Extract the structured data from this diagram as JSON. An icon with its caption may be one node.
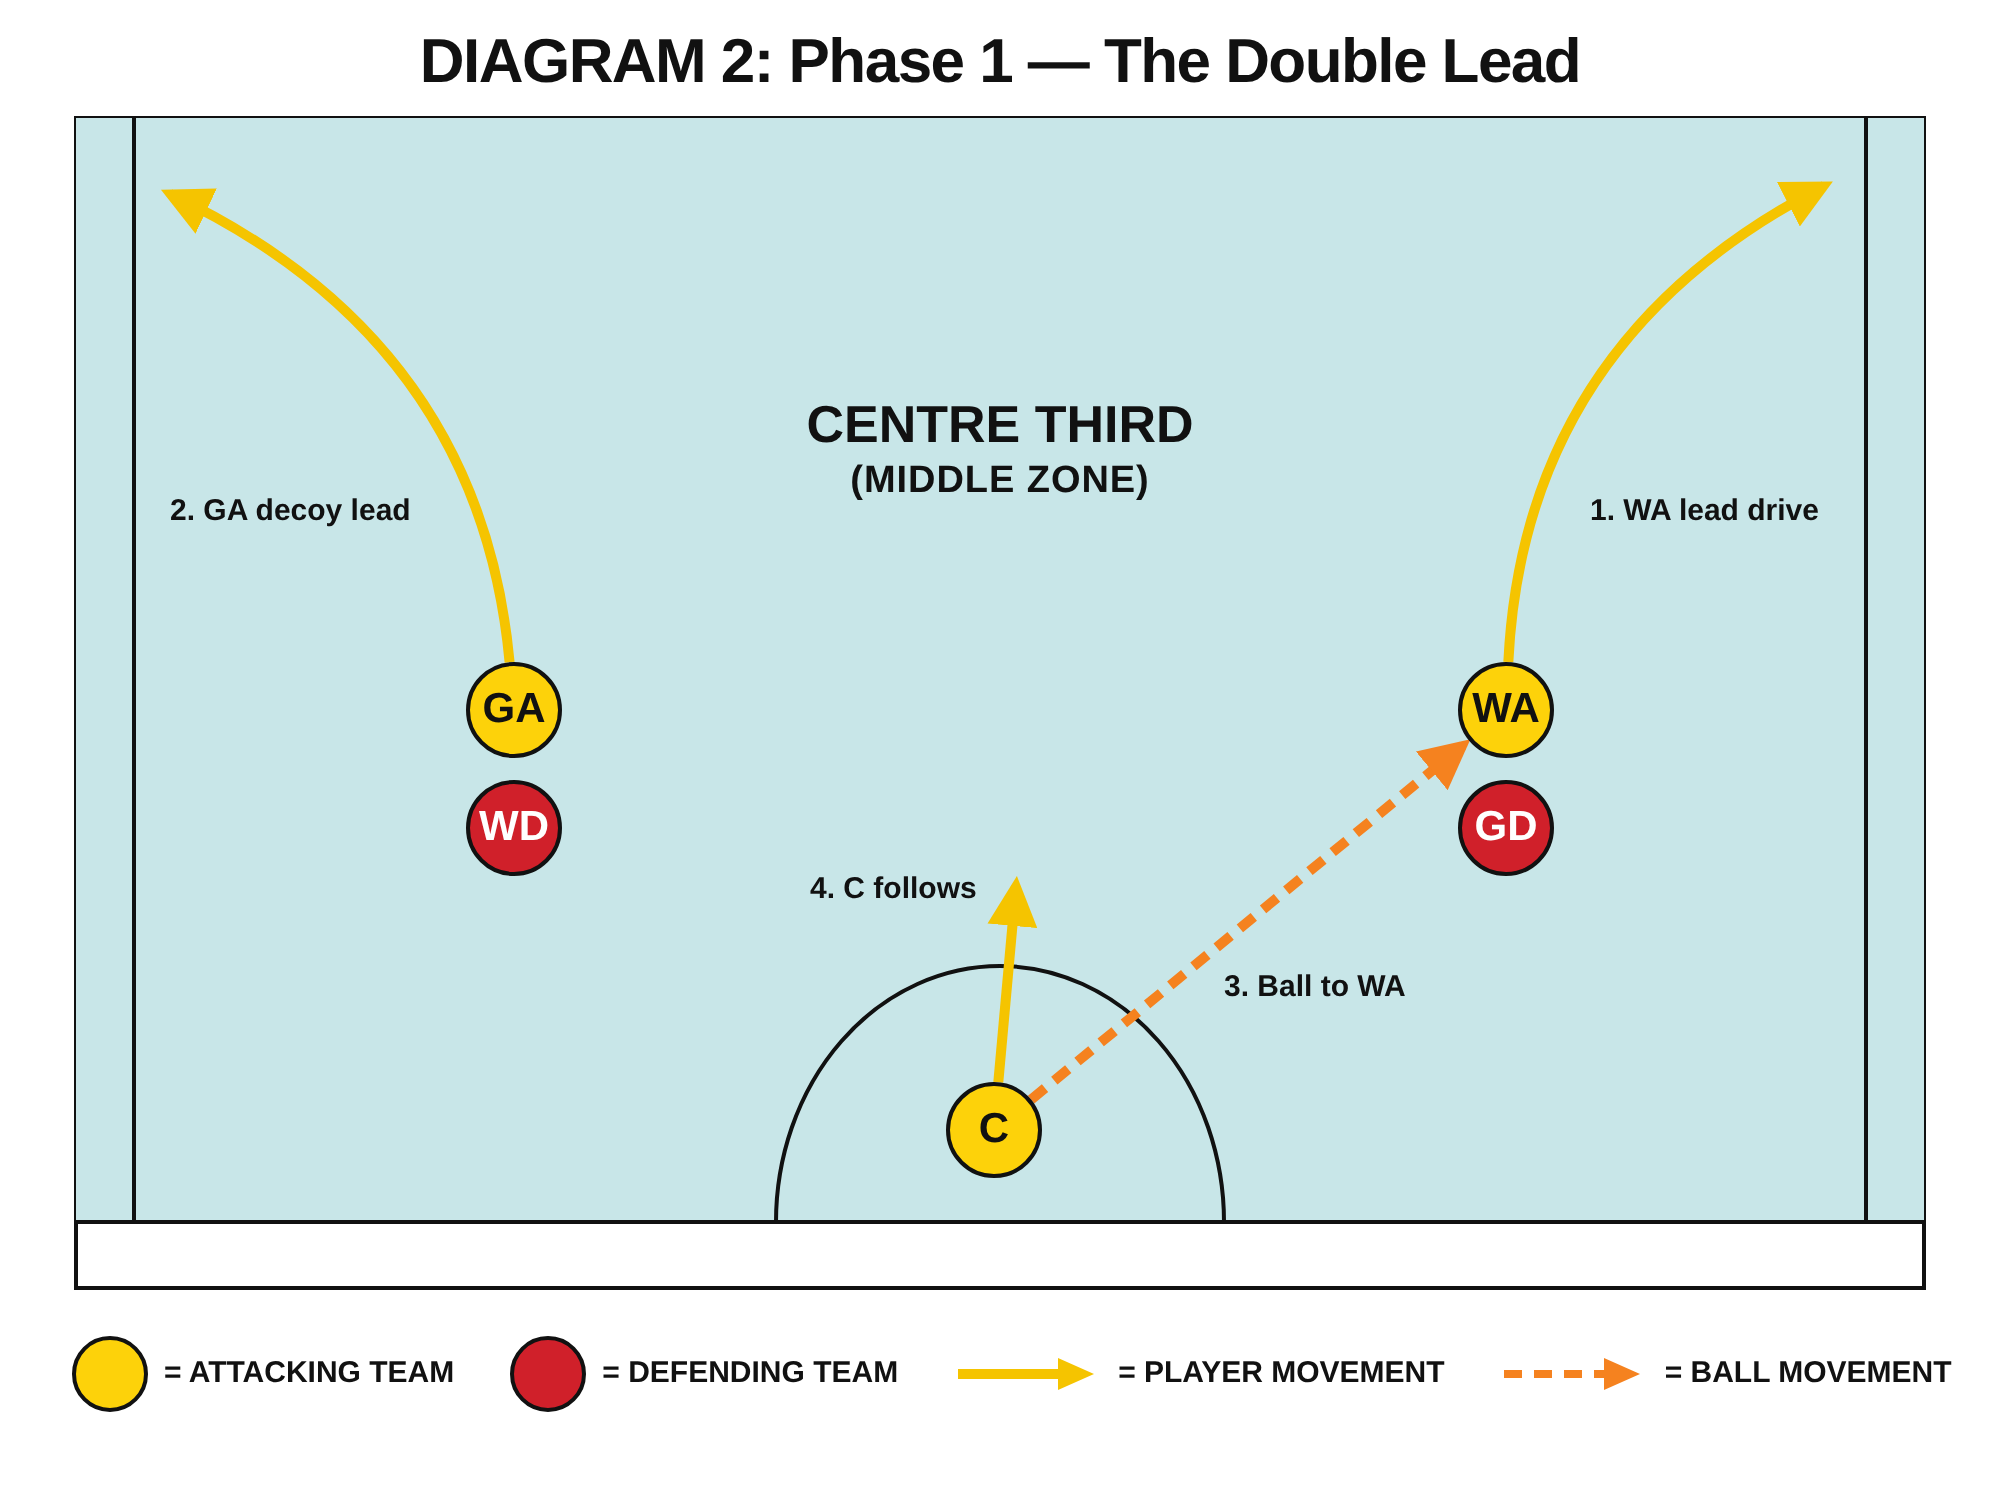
{
  "diagram": {
    "title": "DIAGRAM 2: Phase 1 — The Double Lead",
    "nodes": [
      {
        "text": [
          "GA"
        ]
      },
      {
        "text": [
          "WD"
        ]
      },
      {
        "text": [
          "WA"
        ]
      },
      {
        "text": [
          "GD"
        ]
      },
      {
        "text": [
          "C"
        ]
      }
    ],
    "edges": [
      {
        "from": 2,
        "to": null,
        "arrow": "to",
        "label": "1. WA lead drive"
      },
      {
        "from": 0,
        "to": null,
        "arrow": "to",
        "label": "2. GA decoy lead"
      },
      {
        "from": 4,
        "to": 2,
        "arrow": "to",
        "label": "3. Ball to WA",
        "style": "dashed",
        "color": "#f5821f"
      },
      {
        "from": 4,
        "to": null,
        "arrow": "to",
        "label": "4. C follows"
      }
    ],
    "labels": [
      "CENTRE THIRD",
      "(MIDDLE ZONE)"
    ],
    "legend": [
      {
        "text": "= ATTACKING TEAM",
        "color": "#fdd20a"
      },
      {
        "text": "= DEFENDING TEAM",
        "color": "#d0202a"
      },
      {
        "text": "= PLAYER MOVEMENT"
      },
      {
        "text": "= BALL MOVEMENT"
      }
    ]
  }
}
